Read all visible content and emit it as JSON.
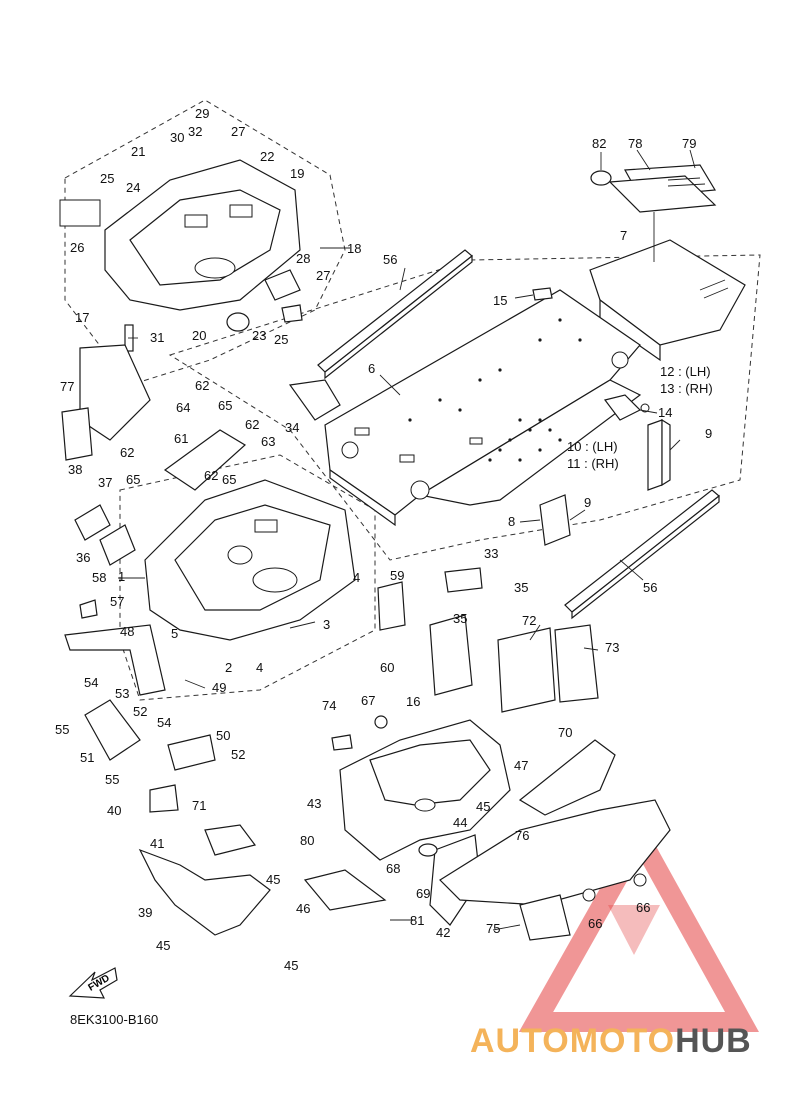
{
  "diagram_code": "8EK3100-B160",
  "fwd_label": "FWD",
  "watermark": {
    "part1": "AUTOMOTO",
    "part2": "HUB",
    "color1": "#f4b35a",
    "color2": "#555555",
    "triangle_color": "#e34040"
  },
  "callouts": [
    {
      "id": "c82",
      "text": "82"
    },
    {
      "id": "c78",
      "text": "78"
    },
    {
      "id": "c79",
      "text": "79"
    },
    {
      "id": "c7",
      "text": "7"
    },
    {
      "id": "c29",
      "text": "29"
    },
    {
      "id": "c30",
      "text": "30"
    },
    {
      "id": "c32",
      "text": "32"
    },
    {
      "id": "c27a",
      "text": "27"
    },
    {
      "id": "c21",
      "text": "21"
    },
    {
      "id": "c22",
      "text": "22"
    },
    {
      "id": "c25a",
      "text": "25"
    },
    {
      "id": "c24",
      "text": "24"
    },
    {
      "id": "c19",
      "text": "19"
    },
    {
      "id": "c26",
      "text": "26"
    },
    {
      "id": "c18",
      "text": "18"
    },
    {
      "id": "c28",
      "text": "28"
    },
    {
      "id": "c27b",
      "text": "27"
    },
    {
      "id": "c20",
      "text": "20"
    },
    {
      "id": "c23",
      "text": "23"
    },
    {
      "id": "c25b",
      "text": "25"
    },
    {
      "id": "c56a",
      "text": "56"
    },
    {
      "id": "c15",
      "text": "15"
    },
    {
      "id": "c17",
      "text": "17"
    },
    {
      "id": "c31",
      "text": "31"
    },
    {
      "id": "c6",
      "text": "6"
    },
    {
      "id": "c12",
      "text": "12 : (LH)"
    },
    {
      "id": "c13",
      "text": "13 : (RH)"
    },
    {
      "id": "c14",
      "text": "14"
    },
    {
      "id": "c77",
      "text": "77"
    },
    {
      "id": "c62a",
      "text": "62"
    },
    {
      "id": "c64",
      "text": "64"
    },
    {
      "id": "c65a",
      "text": "65"
    },
    {
      "id": "c34",
      "text": "34"
    },
    {
      "id": "c61",
      "text": "61"
    },
    {
      "id": "c62b",
      "text": "62"
    },
    {
      "id": "c63",
      "text": "63"
    },
    {
      "id": "c62c",
      "text": "62"
    },
    {
      "id": "c65b",
      "text": "65"
    },
    {
      "id": "c62d",
      "text": "62"
    },
    {
      "id": "c65c",
      "text": "65"
    },
    {
      "id": "c10",
      "text": "10 : (LH)"
    },
    {
      "id": "c11",
      "text": "11 : (RH)"
    },
    {
      "id": "c9a",
      "text": "9"
    },
    {
      "id": "c38",
      "text": "38"
    },
    {
      "id": "c37",
      "text": "37"
    },
    {
      "id": "c9b",
      "text": "9"
    },
    {
      "id": "c8",
      "text": "8"
    },
    {
      "id": "c36",
      "text": "36"
    },
    {
      "id": "c33",
      "text": "33"
    },
    {
      "id": "c1",
      "text": "1"
    },
    {
      "id": "c58",
      "text": "58"
    },
    {
      "id": "c4a",
      "text": "4"
    },
    {
      "id": "c59",
      "text": "59"
    },
    {
      "id": "c35a",
      "text": "35"
    },
    {
      "id": "c56b",
      "text": "56"
    },
    {
      "id": "c57",
      "text": "57"
    },
    {
      "id": "c5",
      "text": "5"
    },
    {
      "id": "c3",
      "text": "3"
    },
    {
      "id": "c35b",
      "text": "35"
    },
    {
      "id": "c72",
      "text": "72"
    },
    {
      "id": "c48",
      "text": "48"
    },
    {
      "id": "c73",
      "text": "73"
    },
    {
      "id": "c2",
      "text": "2"
    },
    {
      "id": "c4b",
      "text": "4"
    },
    {
      "id": "c60",
      "text": "60"
    },
    {
      "id": "c54a",
      "text": "54"
    },
    {
      "id": "c49",
      "text": "49"
    },
    {
      "id": "c16",
      "text": "16"
    },
    {
      "id": "c53",
      "text": "53"
    },
    {
      "id": "c55a",
      "text": "55"
    },
    {
      "id": "c52a",
      "text": "52"
    },
    {
      "id": "c74",
      "text": "74"
    },
    {
      "id": "c67",
      "text": "67"
    },
    {
      "id": "c54b",
      "text": "54"
    },
    {
      "id": "c51",
      "text": "51"
    },
    {
      "id": "c50",
      "text": "50"
    },
    {
      "id": "c70",
      "text": "70"
    },
    {
      "id": "c52b",
      "text": "52"
    },
    {
      "id": "c55b",
      "text": "55"
    },
    {
      "id": "c47",
      "text": "47"
    },
    {
      "id": "c43",
      "text": "43"
    },
    {
      "id": "c40",
      "text": "40"
    },
    {
      "id": "c71",
      "text": "71"
    },
    {
      "id": "c45a",
      "text": "45"
    },
    {
      "id": "c44",
      "text": "44"
    },
    {
      "id": "c76",
      "text": "76"
    },
    {
      "id": "c41",
      "text": "41"
    },
    {
      "id": "c80",
      "text": "80"
    },
    {
      "id": "c68",
      "text": "68"
    },
    {
      "id": "c45b",
      "text": "45"
    },
    {
      "id": "c69",
      "text": "69"
    },
    {
      "id": "c39",
      "text": "39"
    },
    {
      "id": "c46",
      "text": "46"
    },
    {
      "id": "c66a",
      "text": "66"
    },
    {
      "id": "c66b",
      "text": "66"
    },
    {
      "id": "c81",
      "text": "81"
    },
    {
      "id": "c42",
      "text": "42"
    },
    {
      "id": "c75",
      "text": "75"
    },
    {
      "id": "c45c",
      "text": "45"
    },
    {
      "id": "c45d",
      "text": "45"
    }
  ]
}
